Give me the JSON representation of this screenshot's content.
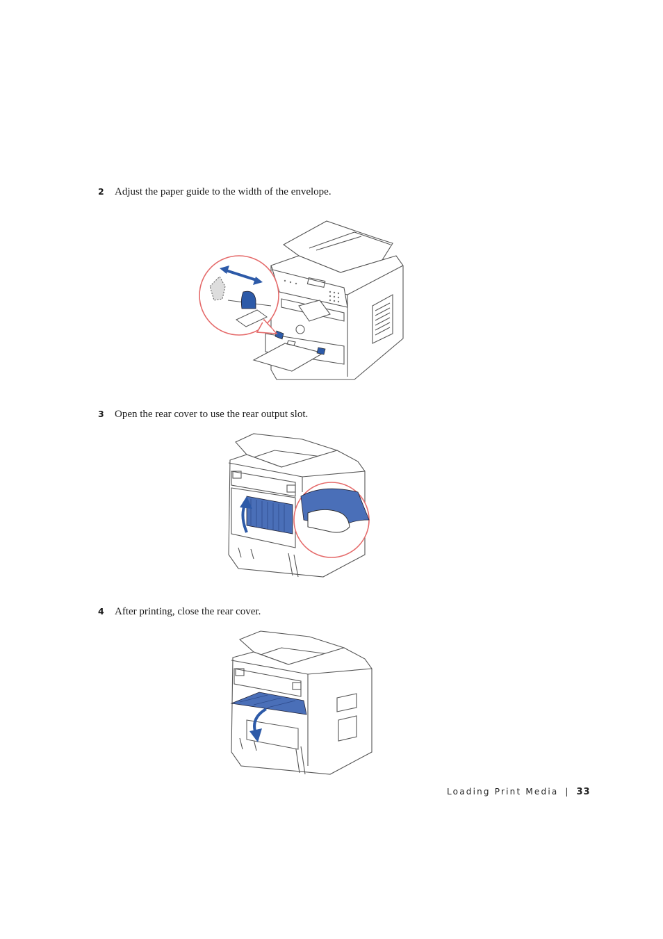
{
  "steps": [
    {
      "number": "2",
      "text": "Adjust the paper guide to the width of the envelope."
    },
    {
      "number": "3",
      "text": "Open the rear cover to use the rear output slot."
    },
    {
      "number": "4",
      "text": "After printing, close the rear cover."
    }
  ],
  "footer": {
    "section": "Loading Print Media",
    "separator": "|",
    "page_number": "33"
  },
  "colors": {
    "accent_blue": "#2d5aa8",
    "callout_red": "#e56b6b",
    "line": "#555555"
  }
}
